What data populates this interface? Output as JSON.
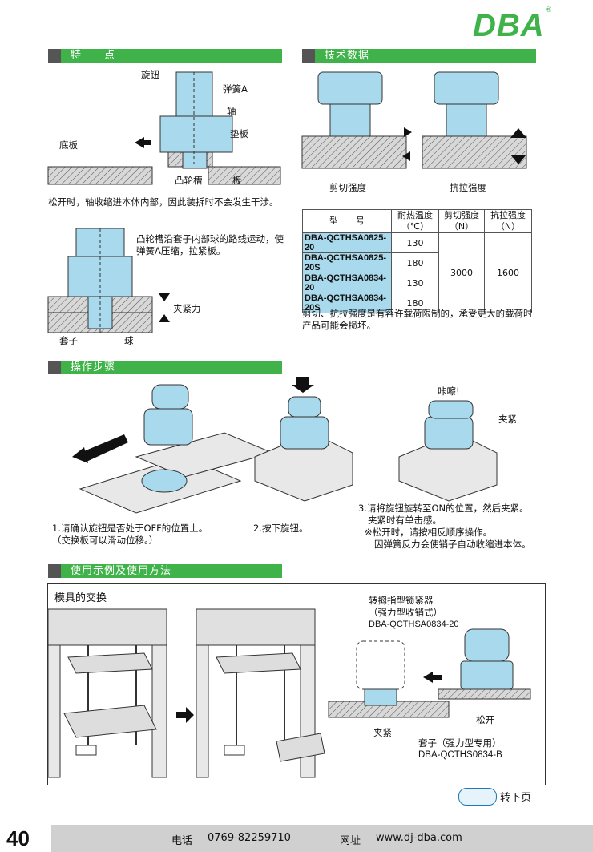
{
  "brand": {
    "logo": "DBA",
    "registered": "®"
  },
  "sections": {
    "features": "特　　点",
    "tech": "技术数据",
    "steps": "操作步骤",
    "usage": "使用示例及使用方法"
  },
  "features": {
    "labels": {
      "knob": "旋钮",
      "spring": "弹簧A",
      "shaft": "轴",
      "base": "底板",
      "washer": "垫板",
      "cam": "凸轮槽",
      "plate": "板",
      "clamp_force": "夹紧力",
      "sleeve": "套子",
      "ball": "球"
    },
    "desc1": "松开时，轴收缩进本体内部，因此装拆时不会发生干涉。",
    "desc2": "凸轮槽沿套子内部球的路线运动，使弹簧A压缩，拉紧板。"
  },
  "tech": {
    "shear": "剪切强度",
    "tensile": "抗拉强度",
    "table": {
      "headers": [
        "型　　号",
        "耐热温度（℃）",
        "剪切强度（N）",
        "抗拉强度（N）"
      ],
      "rows": [
        {
          "model": "DBA-QCTHSA0825-20",
          "temp": "130"
        },
        {
          "model": "DBA-QCTHSA0825-20S",
          "temp": "180"
        },
        {
          "model": "DBA-QCTHSA0834-20",
          "temp": "130"
        },
        {
          "model": "DBA-QCTHSA0834-20S",
          "temp": "180"
        }
      ],
      "shear_value": "3000",
      "tensile_value": "1600"
    },
    "note": "剪切、抗拉强度是有容许载荷限制的，承受更大的载荷时产品可能会损坏。"
  },
  "steps": {
    "click": "咔嚓!",
    "clamp": "夹紧",
    "step1": "1.请确认旋钮是否处于OFF的位置上。",
    "step1b": "（交换板可以滑动位移。）",
    "step2": "2.按下旋钮。",
    "step3": "3.请将旋钮旋转至ON的位置，然后夹紧。",
    "step3b": "夹紧时有单击感。",
    "step3c": "※松开时，请按相反顺序操作。",
    "step3d": "因弹簧反力会使销子自动收缩进本体。",
    "off": "OFF",
    "on": "ON"
  },
  "usage": {
    "title": "模具的交换",
    "product_name": "转拇指型锁紧器",
    "product_sub": "（强力型收销式）",
    "product_model": "DBA-QCTHSA0834-20",
    "release": "松开",
    "clamp": "夹紧",
    "sleeve": "套子（强力型专用）",
    "sleeve_model": "DBA-QCTHS0834-B"
  },
  "nav": {
    "next": "转下页"
  },
  "footer": {
    "page": "40",
    "phone_label": "电话",
    "phone": "0769-82259710",
    "web_label": "网址",
    "web": "www.dj-dba.com"
  }
}
